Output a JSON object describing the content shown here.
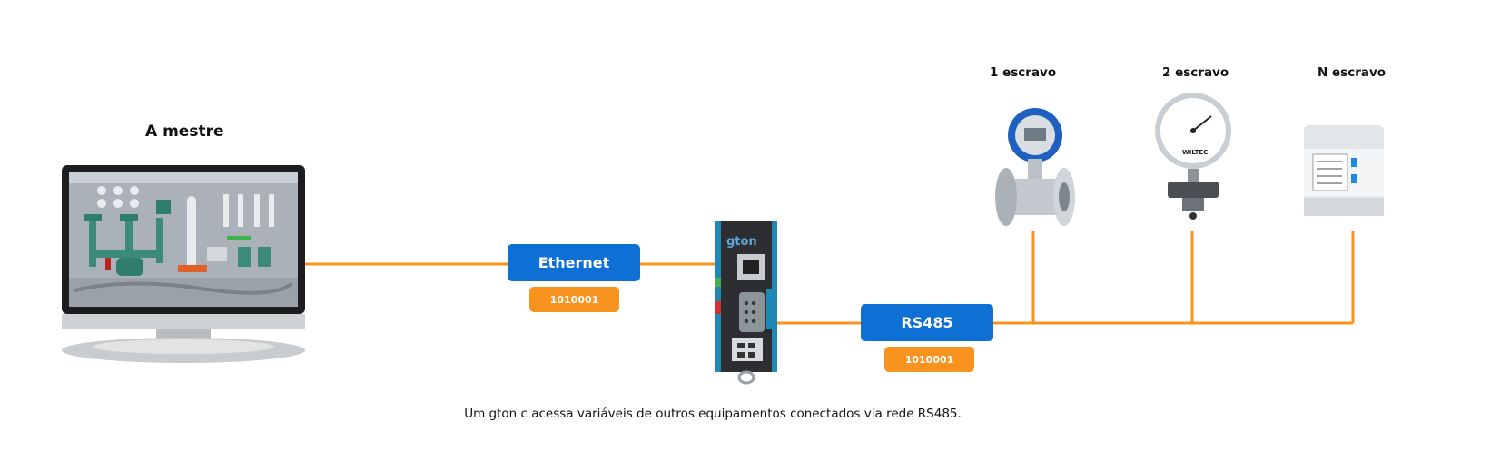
{
  "master": {
    "label": "A mestre"
  },
  "slaves": [
    {
      "label": "1 escravo",
      "icon": "turbine-flowmeter-icon"
    },
    {
      "label": "2 escravo",
      "icon": "pressure-gauge-icon"
    },
    {
      "label": "N escravo",
      "icon": "energy-meter-icon"
    }
  ],
  "links": {
    "ethernet": {
      "label": "Ethernet",
      "code": "1010001"
    },
    "rs485": {
      "label": "RS485",
      "code": "1010001"
    }
  },
  "gateway": {
    "brand": "gton",
    "icon": "gton-gateway-icon"
  },
  "caption": "Um gton c acessa variáveis de outros equipamentos conectados via rede RS485.",
  "colors": {
    "line": "#f7931e",
    "pill": "#0e6fd4",
    "tag": "#f7931e"
  }
}
